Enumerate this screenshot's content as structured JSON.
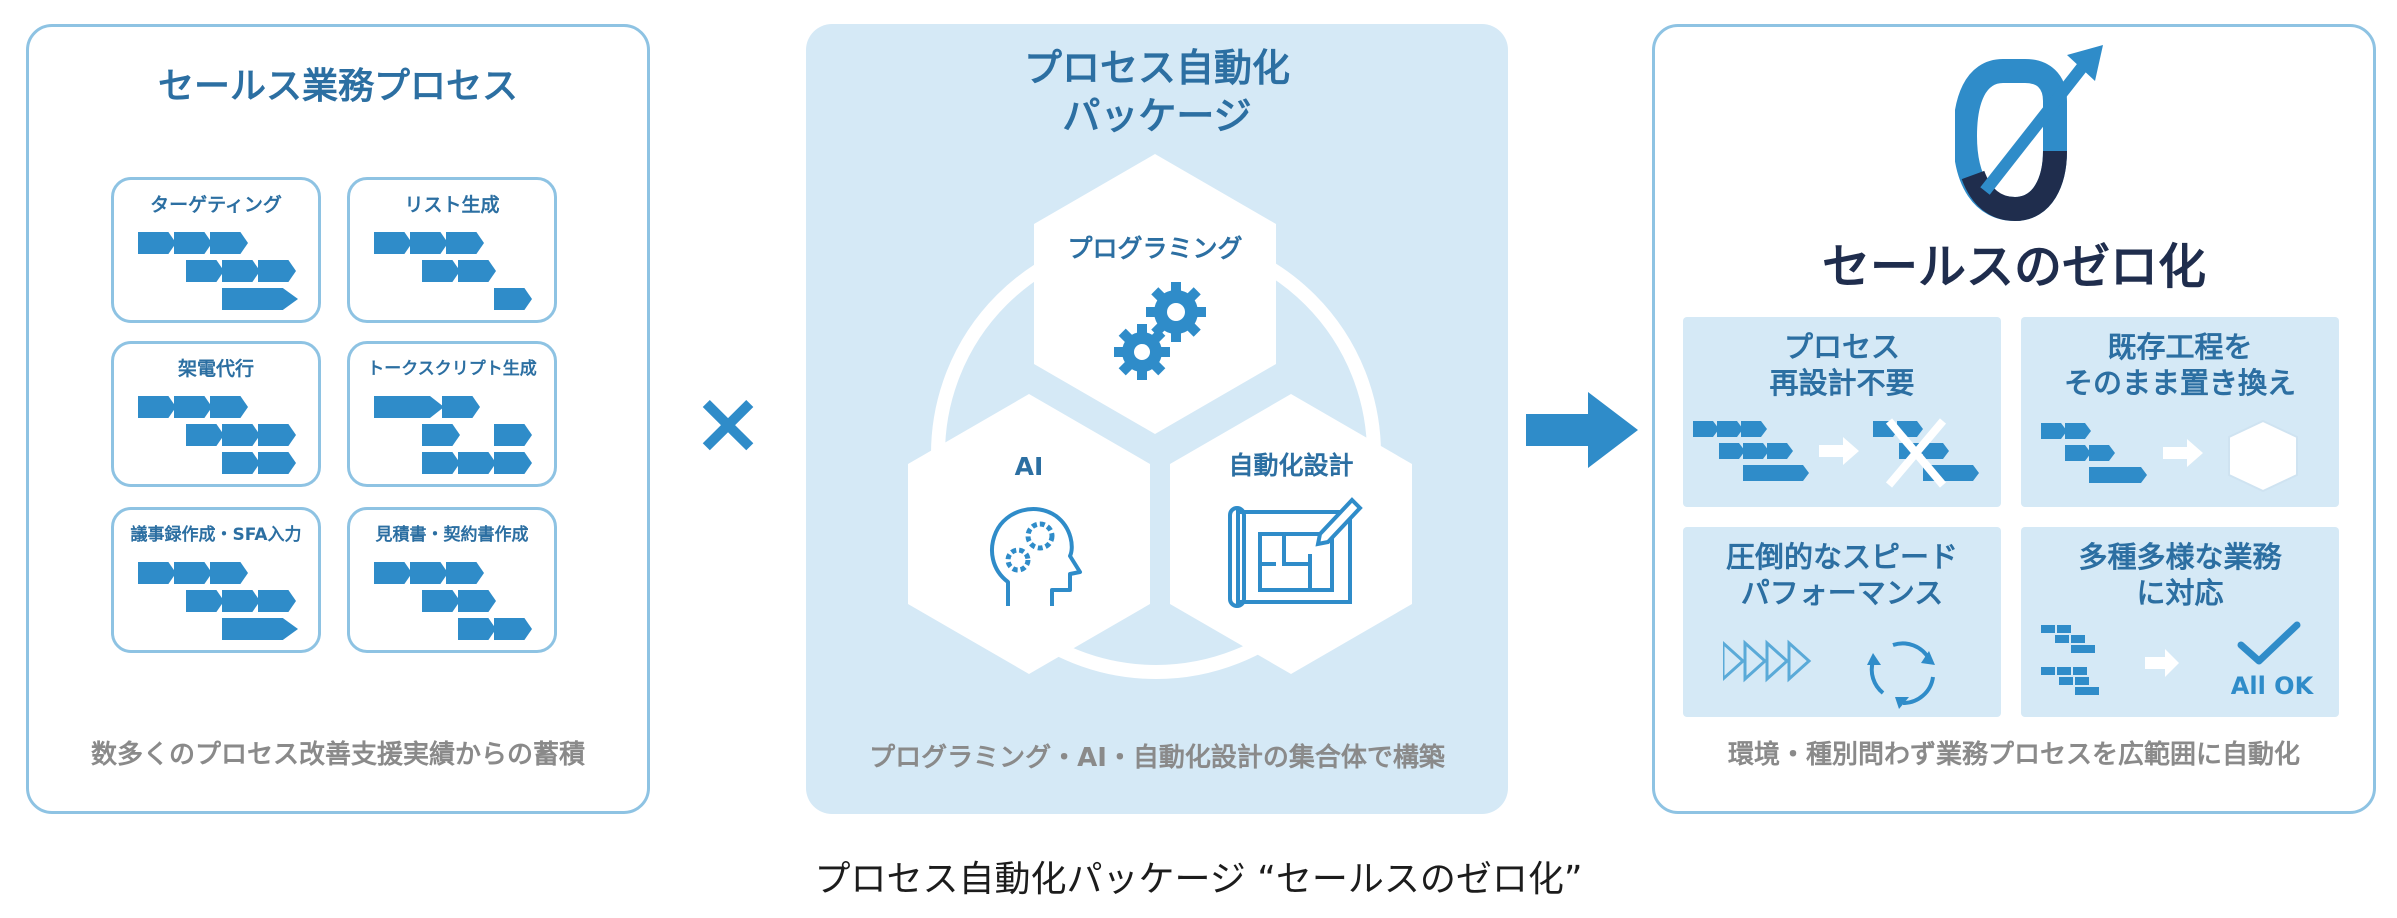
{
  "left": {
    "title": "セールス業務プロセス",
    "cards": [
      {
        "label": "ターゲティング"
      },
      {
        "label": "リスト生成"
      },
      {
        "label": "架電代行"
      },
      {
        "label": "トークスクリプト生成"
      },
      {
        "label": "議事録作成・SFA入力"
      },
      {
        "label": "見積書・契約書作成"
      }
    ],
    "footer": "数多くのプロセス改善支援実績からの蓄積"
  },
  "times_symbol": "×",
  "middle": {
    "title_line1": "プロセス自動化",
    "title_line2": "パッケージ",
    "hex_programming": "プログラミング",
    "hex_ai": "AI",
    "hex_design": "自動化設計",
    "footer": "プログラミング・AI・自動化設計の集合体で構築"
  },
  "right": {
    "logo_text": "セールスのゼロ化",
    "tiles": [
      {
        "line1": "プロセス",
        "line2": "再設計不要"
      },
      {
        "line1": "既存工程を",
        "line2": "そのまま置き換え"
      },
      {
        "line1": "圧倒的なスピード",
        "line2": "パフォーマンス"
      },
      {
        "line1": "多種多様な業務",
        "line2": "に対応"
      }
    ],
    "all_ok": "All OK",
    "footer": "環境・種別問わず業務プロセスを広範囲に自動化"
  },
  "caption": "プロセス自動化パッケージ “セールスのゼロ化”",
  "colors": {
    "accent": "#2f8cc9",
    "title": "#2c6fa2",
    "panel_bg": "#d5e9f6",
    "border": "#8ec3e3",
    "logo_dark": "#1f2d4d"
  }
}
